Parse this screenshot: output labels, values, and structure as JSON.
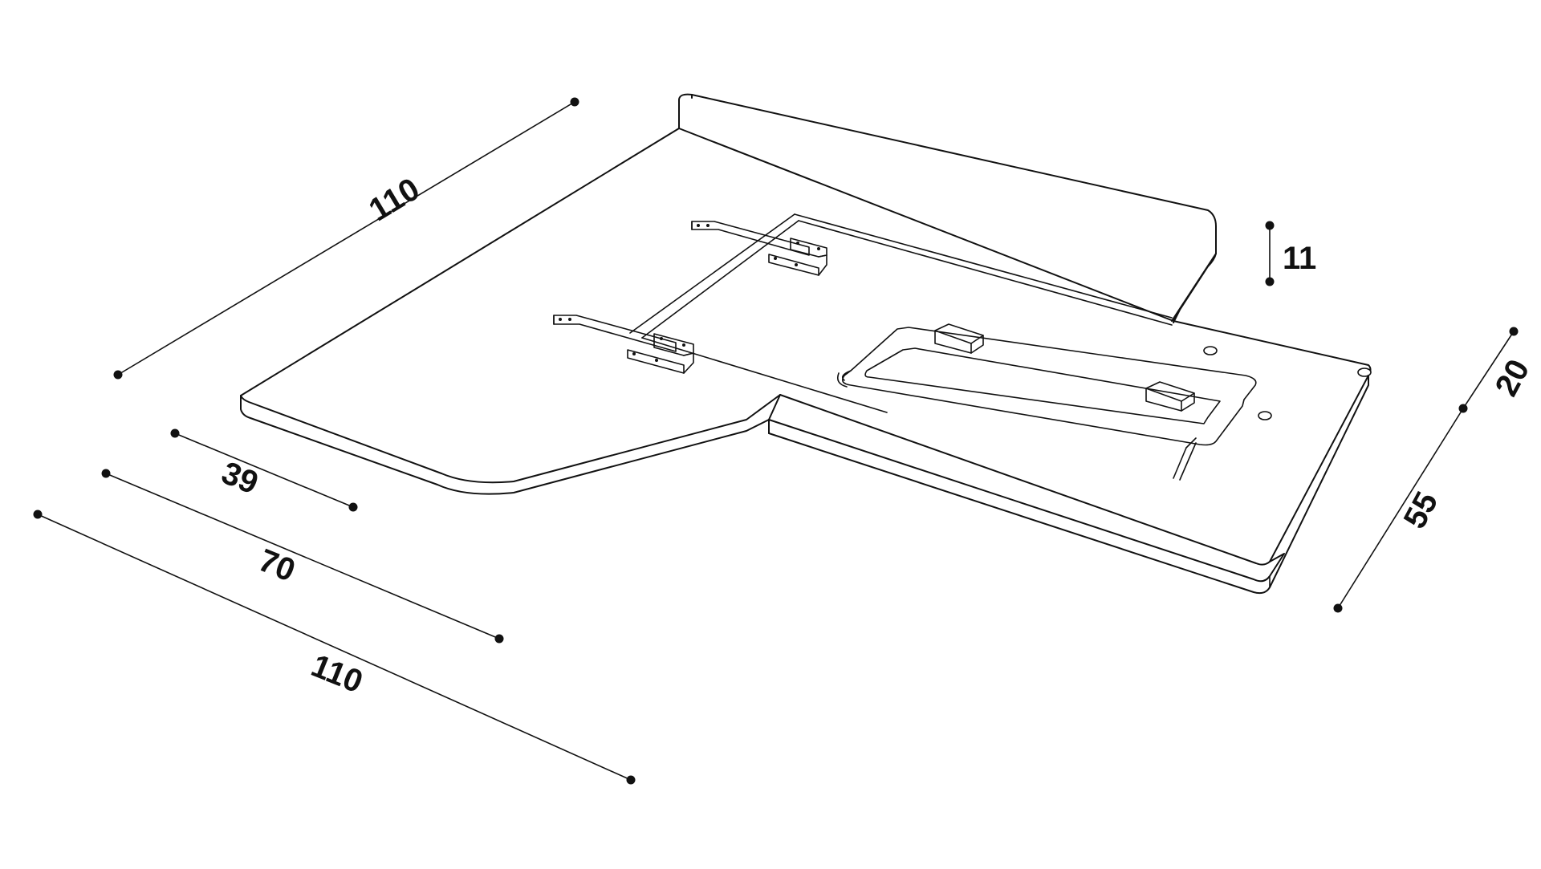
{
  "dimensions": {
    "back_length": "110",
    "front_inner": "39",
    "front_mid": "70",
    "front_total": "110",
    "backsplash_height": "11",
    "right_upper": "20",
    "right_depth": "55"
  },
  "colors": {
    "line": "#111111",
    "background": "#ffffff"
  }
}
